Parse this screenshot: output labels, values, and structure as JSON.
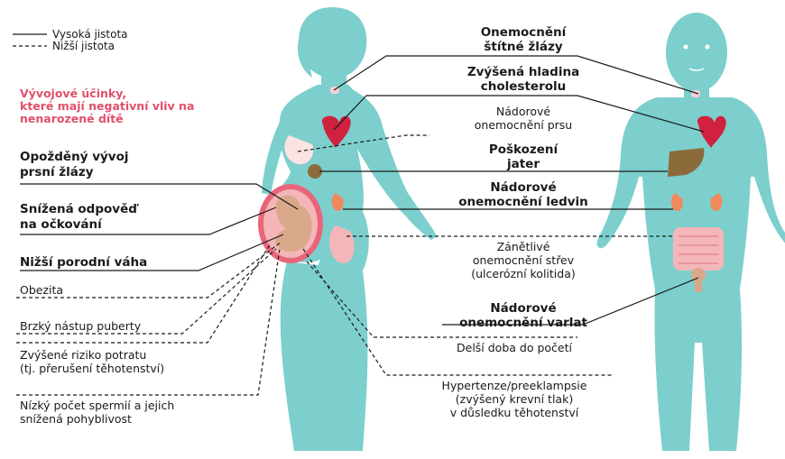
{
  "legend": {
    "high": "Vysoká jistota",
    "low": "Nižší jistota"
  },
  "developmental": {
    "line1": "Vývojové účinky,",
    "line2": "které mají negativní vliv na",
    "line3": "nenarozené dítě"
  },
  "left_labels": {
    "breast_dev": [
      "Opožděný vývoj",
      "prsní žlázy"
    ],
    "vaccine": [
      "Snížená odpověď",
      "na očkování"
    ],
    "birth_weight": "Nižší porodní váha",
    "obesity": "Obezita",
    "puberty": "Brzký nástup puberty",
    "miscarriage": [
      "Zvýšené riziko potratu",
      "(tj. přerušení těhotenství)"
    ],
    "sperm": [
      "Nízký počet spermií a jejich",
      "snížená pohyblivost"
    ]
  },
  "center_labels": {
    "thyroid": [
      "Onemocnění",
      "štítné žlázy"
    ],
    "cholesterol": [
      "Zvýšená hladina",
      "cholesterolu"
    ],
    "breast_cancer": [
      "Nádorové",
      "onemocnění prsu"
    ],
    "liver": [
      "Poškození",
      "jater"
    ],
    "kidney": [
      "Nádorové",
      "onemocnění ledvin"
    ],
    "colitis": [
      "Zánětlivé",
      "onemocnění střev",
      "(ulcerózní kolitida)"
    ],
    "testicular": [
      "Nádorové",
      "onemocnění varlat"
    ],
    "conception": "Delší doba do početí",
    "hypertension": [
      "Hypertenze/preeklampsie",
      "(zvýšený krevní tlak)",
      "v důsledku těhotenství"
    ]
  },
  "colors": {
    "body": "#7ccfcc",
    "heart": "#d0213f",
    "liver": "#8b6b3a",
    "kidney": "#f08a5d",
    "intestine": "#f4b6b8",
    "womb": "#e8657a",
    "baby": "#d9a88a",
    "breast": "#fbe3e4",
    "pink_text": "#e0506a"
  }
}
